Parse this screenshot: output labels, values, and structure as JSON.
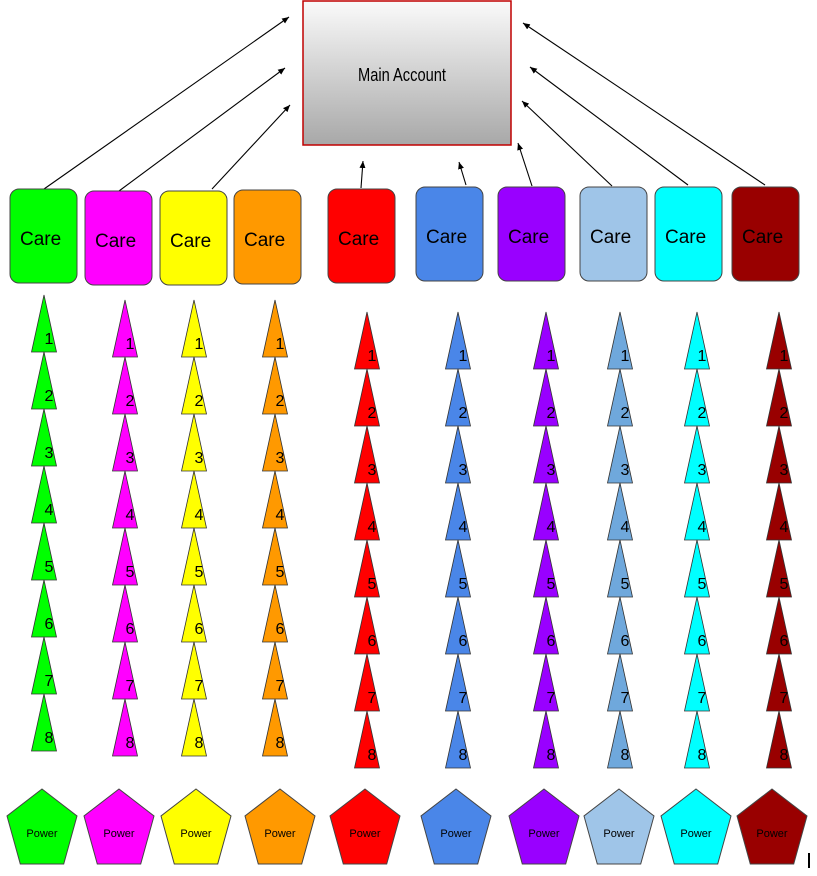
{
  "main_account": {
    "label": "Main Account"
  },
  "care_label": "Care",
  "power_label": "Power",
  "triangle_labels": [
    "1",
    "2",
    "3",
    "4",
    "5",
    "6",
    "7",
    "8"
  ],
  "groups": [
    {
      "color": "#00ff00",
      "text_color": "#000000"
    },
    {
      "color": "#ff00ff",
      "text_color": "#000000"
    },
    {
      "color": "#ffff00",
      "text_color": "#000000"
    },
    {
      "color": "#ff9900",
      "text_color": "#000000"
    },
    {
      "color": "#ff0000",
      "text_color": "#000000"
    },
    {
      "color": "#4a86e8",
      "text_color": "#000000"
    },
    {
      "color": "#9900ff",
      "text_color": "#000000"
    },
    {
      "color": "#9fc5e8",
      "text_color": "#000000"
    },
    {
      "color": "#00ffff",
      "text_color": "#000000"
    },
    {
      "color": "#990000",
      "text_color": "#000000"
    }
  ],
  "triangle_colors": [
    "#00ff00",
    "#ff00ff",
    "#ffff00",
    "#ff9900",
    "#ff0000",
    "#4a86e8",
    "#9900ff",
    "#6fa8dc",
    "#00ffff",
    "#990000"
  ]
}
